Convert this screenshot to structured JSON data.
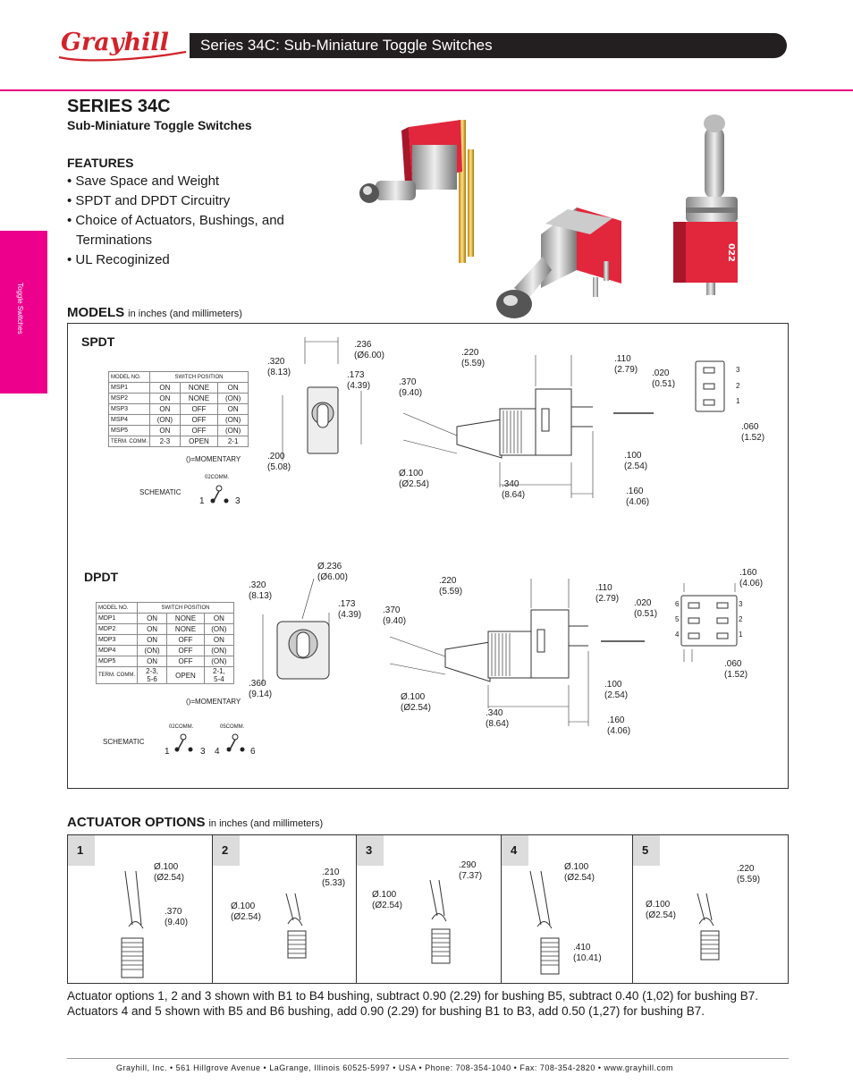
{
  "header": {
    "brand": "Grayhill",
    "title": "Series 34C: Sub-Miniature Toggle Switches"
  },
  "side_tab": "Toggle Switches",
  "series": {
    "title": "SERIES 34C",
    "subtitle": "Sub-Miniature Toggle Switches",
    "features_heading": "FEATURES",
    "features": [
      "Save Space and Weight",
      "SPDT and DPDT Circuitry",
      "Choice of Actuators, Bushings, and Terminations",
      "UL Recoginized"
    ]
  },
  "photo": {
    "marking": "022"
  },
  "models": {
    "heading": "MODELS",
    "units": "in inches (and millimeters)",
    "spdt": {
      "label": "SPDT",
      "table": {
        "model_header": "MODEL NO.",
        "position_header": "SWITCH POSITION",
        "rows": [
          [
            "MSP1",
            "ON",
            "NONE",
            "ON"
          ],
          [
            "MSP2",
            "ON",
            "NONE",
            "(ON)"
          ],
          [
            "MSP3",
            "ON",
            "OFF",
            "ON"
          ],
          [
            "MSP4",
            "(ON)",
            "OFF",
            "(ON)"
          ],
          [
            "MSP5",
            "ON",
            "OFF",
            "(ON)"
          ]
        ],
        "term_row": [
          "TERM. COMM.",
          "2-3",
          "OPEN",
          "2-1"
        ]
      },
      "momentary": "()=MOMENTARY",
      "schematic_label": "SCHEMATIC",
      "schematic": {
        "comm": "02COMM.",
        "left": "1",
        "right": "3"
      },
      "dims": {
        "d_236": ".236",
        "d_236mm": "(Ø6.00)",
        "d_320": ".320",
        "d_320mm": "(8.13)",
        "d_173": ".173",
        "d_173mm": "(4.39)",
        "d_200": ".200",
        "d_200mm": "(5.08)",
        "d_220": ".220",
        "d_220mm": "(5.59)",
        "d_110": ".110",
        "d_110mm": "(2.79)",
        "d_370": ".370",
        "d_370mm": "(9.40)",
        "d_020": ".020",
        "d_020mm": "(0.51)",
        "d_060": ".060",
        "d_060mm": "(1.52)",
        "d_100d": "Ø.100",
        "d_100dmm": "(Ø2.54)",
        "d_100": ".100",
        "d_100mm": "(2.54)",
        "d_340": ".340",
        "d_340mm": "(8.64)",
        "d_160": ".160",
        "d_160mm": "(4.06)"
      },
      "pins": [
        "3",
        "2",
        "1"
      ]
    },
    "dpdt": {
      "label": "DPDT",
      "table": {
        "model_header": "MODEL NO.",
        "position_header": "SWITCH POSITION",
        "rows": [
          [
            "MDP1",
            "ON",
            "NONE",
            "ON"
          ],
          [
            "MDP2",
            "ON",
            "NONE",
            "(ON)"
          ],
          [
            "MDP3",
            "ON",
            "OFF",
            "ON"
          ],
          [
            "MDP4",
            "(ON)",
            "OFF",
            "(ON)"
          ],
          [
            "MDP5",
            "ON",
            "OFF",
            "(ON)"
          ]
        ],
        "term_label": "TERM. COMM.",
        "term_a1": "2-3,",
        "term_a2": "5-6",
        "term_b": "OPEN",
        "term_c1": "2-1,",
        "term_c2": "5-4"
      },
      "momentary": "()=MOMENTARY",
      "schematic_label": "SCHEMATIC",
      "schematic": {
        "comm1": "02COMM.",
        "comm2": "05COMM.",
        "p1": "1",
        "p3": "3",
        "p4": "4",
        "p6": "6"
      },
      "dims": {
        "d_236": "Ø.236",
        "d_236mm": "(Ø6.00)",
        "d_320": ".320",
        "d_320mm": "(8.13)",
        "d_173": ".173",
        "d_173mm": "(4.39)",
        "d_360": ".360",
        "d_360mm": "(9.14)",
        "d_220": ".220",
        "d_220mm": "(5.59)",
        "d_110": ".110",
        "d_110mm": "(2.79)",
        "d_370": ".370",
        "d_370mm": "(9.40)",
        "d_020": ".020",
        "d_020mm": "(0.51)",
        "d_160a": ".160",
        "d_160amm": "(4.06)",
        "d_060": ".060",
        "d_060mm": "(1.52)",
        "d_100d": "Ø.100",
        "d_100dmm": "(Ø2.54)",
        "d_100": ".100",
        "d_100mm": "(2.54)",
        "d_340": ".340",
        "d_340mm": "(8.64)",
        "d_160": ".160",
        "d_160mm": "(4.06)"
      },
      "pins_left": [
        "6",
        "5",
        "4"
      ],
      "pins_right": [
        "3",
        "2",
        "1"
      ]
    }
  },
  "actuators": {
    "heading": "ACTUATOR OPTIONS",
    "units": "in inches (and millimeters)",
    "options": [
      {
        "num": "1",
        "dia": "Ø.100",
        "diamm": "(Ø2.54)",
        "len": ".370",
        "lenmm": "(9.40)"
      },
      {
        "num": "2",
        "dia": "Ø.100",
        "diamm": "(Ø2.54)",
        "len": ".210",
        "lenmm": "(5.33)"
      },
      {
        "num": "3",
        "dia": "Ø.100",
        "diamm": "(Ø2.54)",
        "len": ".290",
        "lenmm": "(7.37)"
      },
      {
        "num": "4",
        "dia": "Ø.100",
        "diamm": "(Ø2.54)",
        "len": ".410",
        "lenmm": "(10.41)"
      },
      {
        "num": "5",
        "dia": "Ø.100",
        "diamm": "(Ø2.54)",
        "len": ".220",
        "lenmm": "(5.59)"
      }
    ]
  },
  "notes": [
    "Actuator options 1, 2 and 3 shown with B1 to B4 bushing, subtract 0.90 (2.29) for bushing B5, subtract 0.40 (1,02) for bushing B7.",
    "Actuators 4 and 5 shown with B5 and B6 bushing, add 0.90 (2.29) for bushing B1 to B3, add 0.50 (1,27) for bushing B7."
  ],
  "footer": "Grayhill, Inc. • 561 Hillgrove Avenue • LaGrange, Illinois 60525-5997 • USA • Phone: 708-354-1040 • Fax: 708-354-2820 • www.grayhill.com",
  "colors": {
    "accent": "#ec008c",
    "header_bar": "#231f20",
    "logo": "#d2232a"
  }
}
